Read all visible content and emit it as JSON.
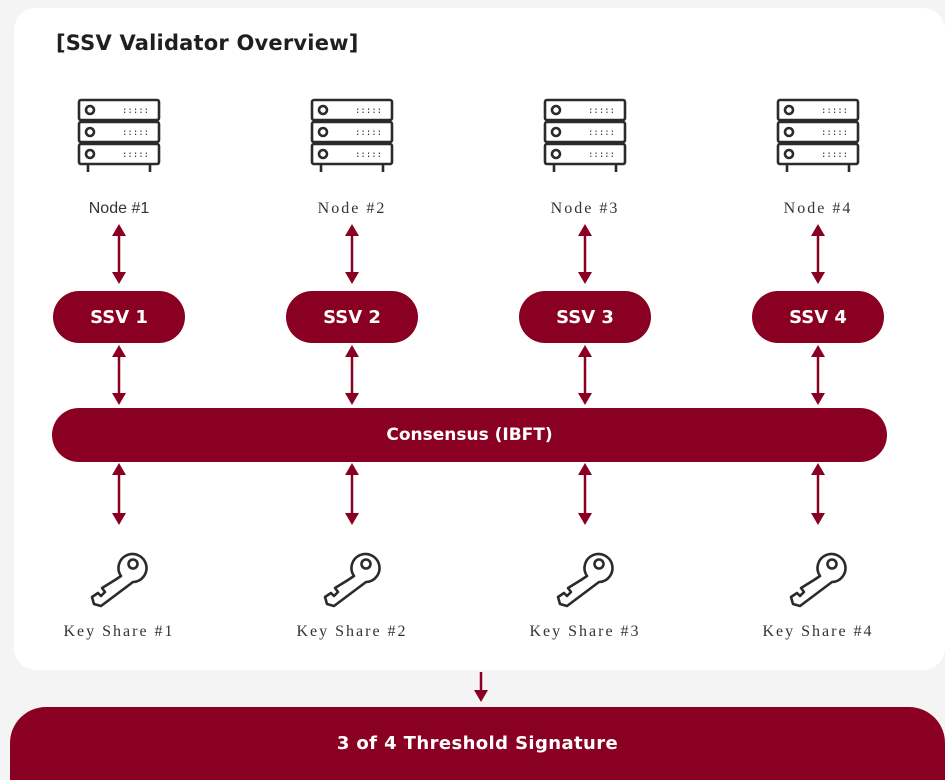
{
  "title": "[SSV Validator Overview]",
  "colors": {
    "accent": "#8a0022",
    "card": "#ffffff",
    "background": "#f4f4f4"
  },
  "nodes": [
    {
      "label": "Node #1",
      "ssv": "SSV 1",
      "key_share": "Key Share #1",
      "icon": "server-icon"
    },
    {
      "label": "Node #2",
      "ssv": "SSV 2",
      "key_share": "Key Share #2",
      "icon": "server-icon"
    },
    {
      "label": "Node #3",
      "ssv": "SSV 3",
      "key_share": "Key Share #3",
      "icon": "server-icon"
    },
    {
      "label": "Node #4",
      "ssv": "SSV 4",
      "key_share": "Key Share #4",
      "icon": "server-icon"
    }
  ],
  "consensus": {
    "label": "Consensus (IBFT)"
  },
  "threshold": {
    "label": "3 of 4 Threshold Signature"
  }
}
